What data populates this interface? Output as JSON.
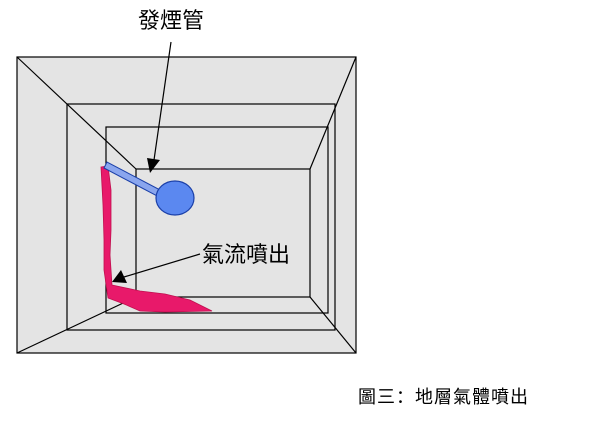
{
  "labels": {
    "smoke_tube": "發煙管",
    "airflow": "氣流噴出"
  },
  "caption": "圖三：地層氣體噴出",
  "colors": {
    "box_fill": "#e4e4e4",
    "line": "#000000",
    "smoke_tube_fill": "#8aa6ee",
    "smoke_ball_fill": "#5b88f0",
    "smoke_ball_stroke": "#1a3fa8",
    "airflow_fill": "#e8196a"
  },
  "icons": {
    "smoke_tube": "smoke-generator-tube-icon",
    "airflow": "gas-jet-icon"
  }
}
